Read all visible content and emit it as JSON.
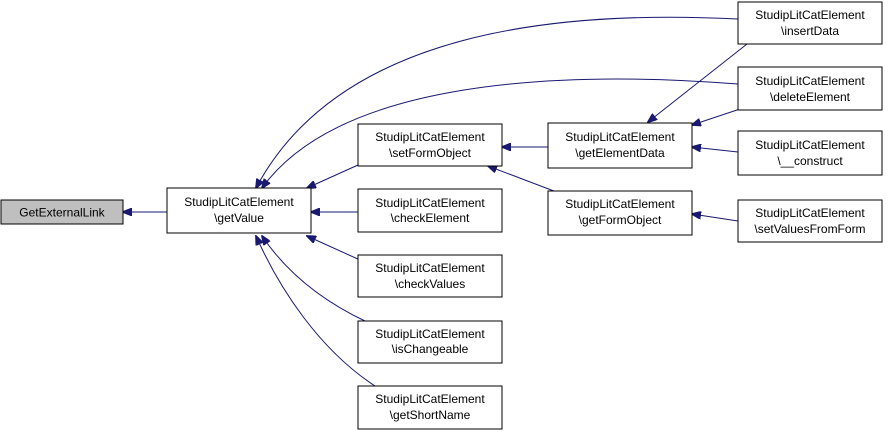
{
  "graph": {
    "nodes": {
      "get_external_link": {
        "label": "GetExternalLink"
      },
      "get_value": {
        "line1": "StudipLitCatElement",
        "line2": "\\getValue"
      },
      "set_form_object": {
        "line1": "StudipLitCatElement",
        "line2": "\\setFormObject"
      },
      "check_element": {
        "line1": "StudipLitCatElement",
        "line2": "\\checkElement"
      },
      "check_values": {
        "line1": "StudipLitCatElement",
        "line2": "\\checkValues"
      },
      "is_changeable": {
        "line1": "StudipLitCatElement",
        "line2": "\\isChangeable"
      },
      "get_short_name": {
        "line1": "StudipLitCatElement",
        "line2": "\\getShortName"
      },
      "get_element_data": {
        "line1": "StudipLitCatElement",
        "line2": "\\getElementData"
      },
      "get_form_object": {
        "line1": "StudipLitCatElement",
        "line2": "\\getFormObject"
      },
      "insert_data": {
        "line1": "StudipLitCatElement",
        "line2": "\\insertData"
      },
      "delete_element": {
        "line1": "StudipLitCatElement",
        "line2": "\\deleteElement"
      },
      "construct": {
        "line1": "StudipLitCatElement",
        "line2": "\\__construct"
      },
      "set_values_from_form": {
        "line1": "StudipLitCatElement",
        "line2": "\\setValuesFromForm"
      }
    },
    "edges": [
      {
        "from": "get_value",
        "to": "get_external_link"
      },
      {
        "from": "insert_data",
        "to": "get_value"
      },
      {
        "from": "delete_element",
        "to": "get_value"
      },
      {
        "from": "set_form_object",
        "to": "get_value"
      },
      {
        "from": "check_element",
        "to": "get_value"
      },
      {
        "from": "check_values",
        "to": "get_value"
      },
      {
        "from": "is_changeable",
        "to": "get_value"
      },
      {
        "from": "get_short_name",
        "to": "get_value"
      },
      {
        "from": "get_element_data",
        "to": "set_form_object"
      },
      {
        "from": "get_form_object",
        "to": "set_form_object"
      },
      {
        "from": "insert_data",
        "to": "get_element_data"
      },
      {
        "from": "delete_element",
        "to": "get_element_data"
      },
      {
        "from": "construct",
        "to": "get_element_data"
      },
      {
        "from": "set_values_from_form",
        "to": "get_form_object"
      }
    ],
    "colors": {
      "edge": "#191970",
      "root_fill": "#bfbfbf",
      "node_fill": "#ffffff",
      "border": "#000000"
    }
  }
}
